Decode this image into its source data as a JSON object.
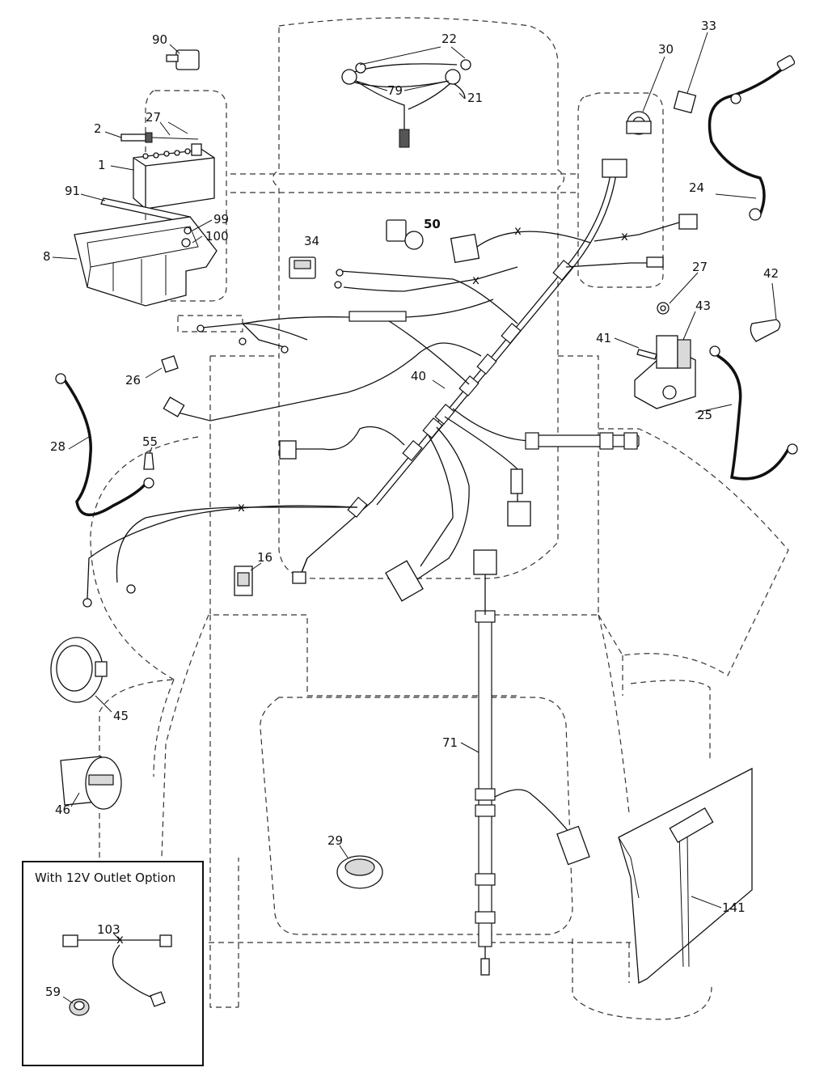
{
  "diagram": {
    "callouts": [
      {
        "id": "c90",
        "text": "90"
      },
      {
        "id": "c22",
        "text": "22"
      },
      {
        "id": "c79",
        "text": "79"
      },
      {
        "id": "c21",
        "text": "21"
      },
      {
        "id": "c33",
        "text": "33"
      },
      {
        "id": "c30",
        "text": "30"
      },
      {
        "id": "c27a",
        "text": "27"
      },
      {
        "id": "c2",
        "text": "2"
      },
      {
        "id": "c1",
        "text": "1"
      },
      {
        "id": "c91",
        "text": "91"
      },
      {
        "id": "c99",
        "text": "99"
      },
      {
        "id": "c100",
        "text": "100"
      },
      {
        "id": "c8",
        "text": "8"
      },
      {
        "id": "c50",
        "text": "50"
      },
      {
        "id": "c34",
        "text": "34"
      },
      {
        "id": "c24",
        "text": "24"
      },
      {
        "id": "c27b",
        "text": "27"
      },
      {
        "id": "c42",
        "text": "42"
      },
      {
        "id": "c43",
        "text": "43"
      },
      {
        "id": "c41",
        "text": "41"
      },
      {
        "id": "c26",
        "text": "26"
      },
      {
        "id": "c40",
        "text": "40"
      },
      {
        "id": "c25",
        "text": "25"
      },
      {
        "id": "c28",
        "text": "28"
      },
      {
        "id": "c55",
        "text": "55"
      },
      {
        "id": "c16",
        "text": "16"
      },
      {
        "id": "c45",
        "text": "45"
      },
      {
        "id": "c71",
        "text": "71"
      },
      {
        "id": "c46",
        "text": "46"
      },
      {
        "id": "c29",
        "text": "29"
      },
      {
        "id": "c141",
        "text": "141"
      },
      {
        "id": "c103",
        "text": "103"
      },
      {
        "id": "c59",
        "text": "59"
      }
    ],
    "inset": {
      "title": "With 12V Outlet Option"
    }
  }
}
